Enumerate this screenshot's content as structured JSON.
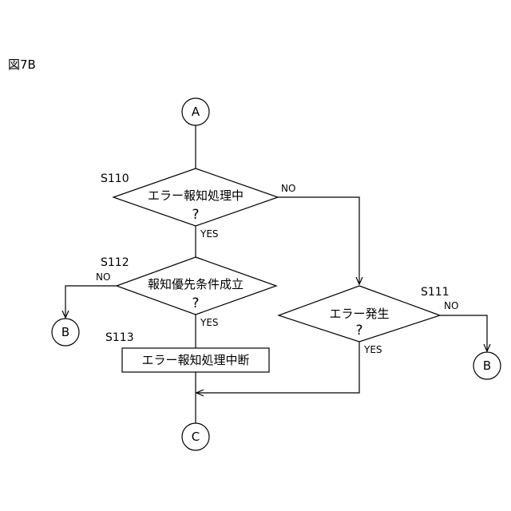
{
  "figure_label": "図7B",
  "connectors": {
    "a": "A",
    "b_left": "B",
    "b_right": "B",
    "c": "C"
  },
  "steps": {
    "s110": {
      "id": "S110",
      "text": "エラー報知処理中",
      "question": "?",
      "yes": "YES",
      "no": "NO"
    },
    "s112": {
      "id": "S112",
      "text": "報知優先条件成立",
      "question": "?",
      "yes": "YES",
      "no": "NO"
    },
    "s113": {
      "id": "S113",
      "text": "エラー報知処理中断"
    },
    "s111": {
      "id": "S111",
      "text": "エラー発生",
      "question": "?",
      "yes": "YES",
      "no": "NO"
    }
  }
}
